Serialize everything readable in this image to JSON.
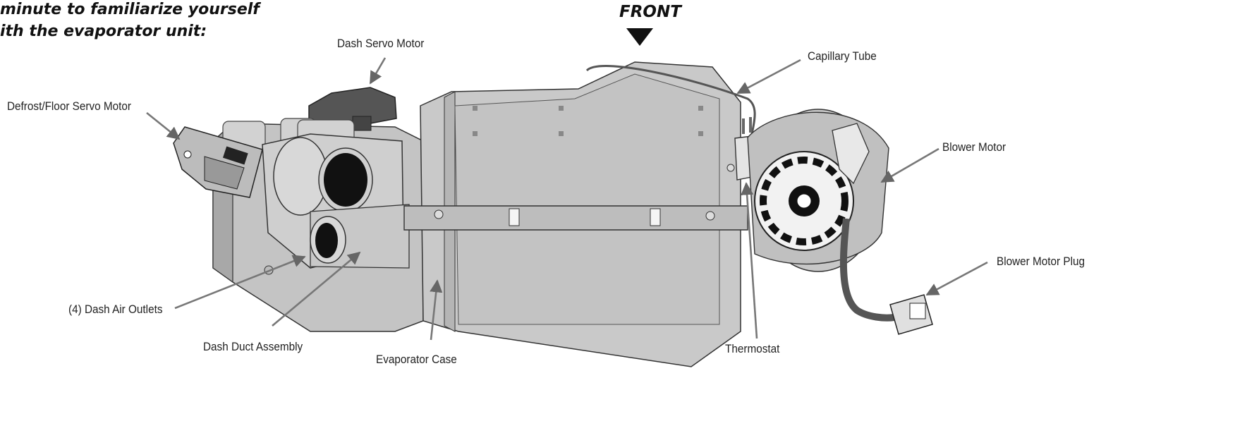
{
  "intro": {
    "line1": "minute to familiarize yourself",
    "line2": "ith the evaporator unit:"
  },
  "front_label": "FRONT",
  "callouts": {
    "dash_servo_motor": "Dash Servo Motor",
    "defrost_floor_servo_motor": "Defrost/Floor Servo Motor",
    "capillary_tube": "Capillary Tube",
    "blower_motor": "Blower Motor",
    "blower_motor_plug": "Blower Motor Plug",
    "dash_air_outlets": "(4) Dash Air Outlets",
    "dash_duct_assembly": "Dash Duct Assembly",
    "evaporator_case": "Evaporator Case",
    "thermostat": "Thermostat"
  }
}
